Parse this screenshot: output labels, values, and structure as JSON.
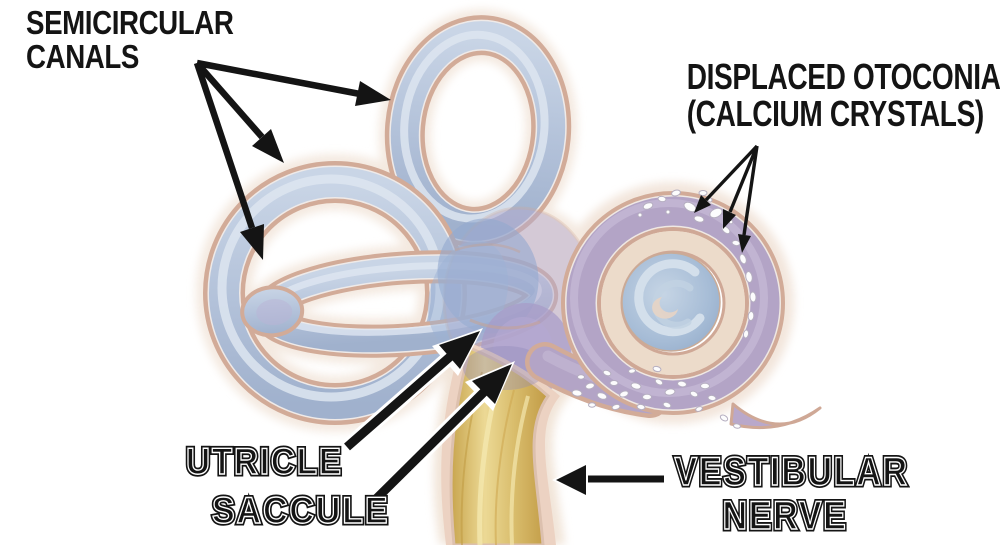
{
  "labels": {
    "semicircular_canals": {
      "line1": "SEMICIRCULAR",
      "line2": "CANALS"
    },
    "displaced_otoconia": {
      "line1": "DISPLACED OTOCONIA",
      "line2": "(CALCIUM CRYSTALS)"
    },
    "utricle": "UTRICLE",
    "saccule": "SACCULE",
    "vestibular_nerve": {
      "line1": "VESTIBULAR",
      "line2": "NERVE"
    }
  },
  "colors": {
    "background": "#ffffff",
    "label_text": "#141414",
    "arrow_black": "#141414",
    "arrow_outline_white": "#ffffff",
    "bone_halo": "#f3e7dd",
    "membrane_outline_tan": "#d2ab98",
    "canal_tube_blue": "#b2c1d9",
    "canal_highlight": "#dde5f0",
    "vestibule_purple": "#a79bc8",
    "utricle_blue": "#93a8cf",
    "cochlea_tube_purple": "#b3a4c6",
    "cochlea_ring_cream": "#ecdbca",
    "cochlea_core_blue": "#a6bcd6",
    "otoconia_white": "#fcfcfd",
    "nerve_gold": "#d9bd6c",
    "nerve_sheath_pink": "#ecd2c2"
  }
}
